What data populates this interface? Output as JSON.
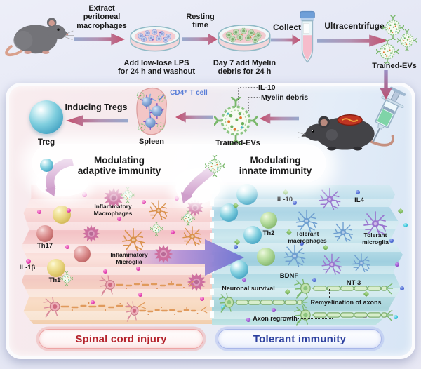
{
  "workflow": {
    "extract": "Extract\nperitoneal\nmacrophages",
    "dish1": "Add low-lose LPS\nfor 24 h and washout",
    "resting": "Resting\ntime",
    "dish2": "Day 7 add Myelin\ndebris for 24 h",
    "collect": "Collect",
    "ultra": "Ultracentrifuge",
    "trained": "Trained-EVs"
  },
  "panel": {
    "inducing": "Inducing Tregs",
    "treg": "Treg",
    "cd4": "CD4⁺ T cell",
    "spleen": "Spleen",
    "il10_callout": "IL-10",
    "myelin_callout": "Myelin debris",
    "trained": "Trained-EVs",
    "adaptive": "Modulating\nadaptive immunity",
    "innate": "Modulating\ninnate immunity"
  },
  "injury": {
    "title": "Spinal cord injury",
    "mac": "Inflammatory\nMacrophages",
    "micro": "Inflammatory\nMicroglia",
    "th17": "Th17",
    "il1b": "IL-1β",
    "th1": "Th1"
  },
  "tolerant": {
    "title": "Tolerant immunity",
    "il10": "IL-10",
    "il4": "IL4",
    "th2": "Th2",
    "mac": "Tolerant\nmacrophages",
    "micro": "Tolerant\nmicroglia",
    "bdnf": "BDNF",
    "nt3": "NT-3",
    "survival": "Neuronal survival",
    "remyelin": "Remyelination of axons",
    "regrowth": "Axon regrowth"
  },
  "colors": {
    "injury_accent": "#b5232c",
    "tolerant_accent": "#2b3f9e",
    "ev_green": "#8cc483",
    "arrow_pink": "#c34f6e",
    "arrow_blue": "#98a8cc",
    "cd4_blue": "#5b7fd8"
  }
}
